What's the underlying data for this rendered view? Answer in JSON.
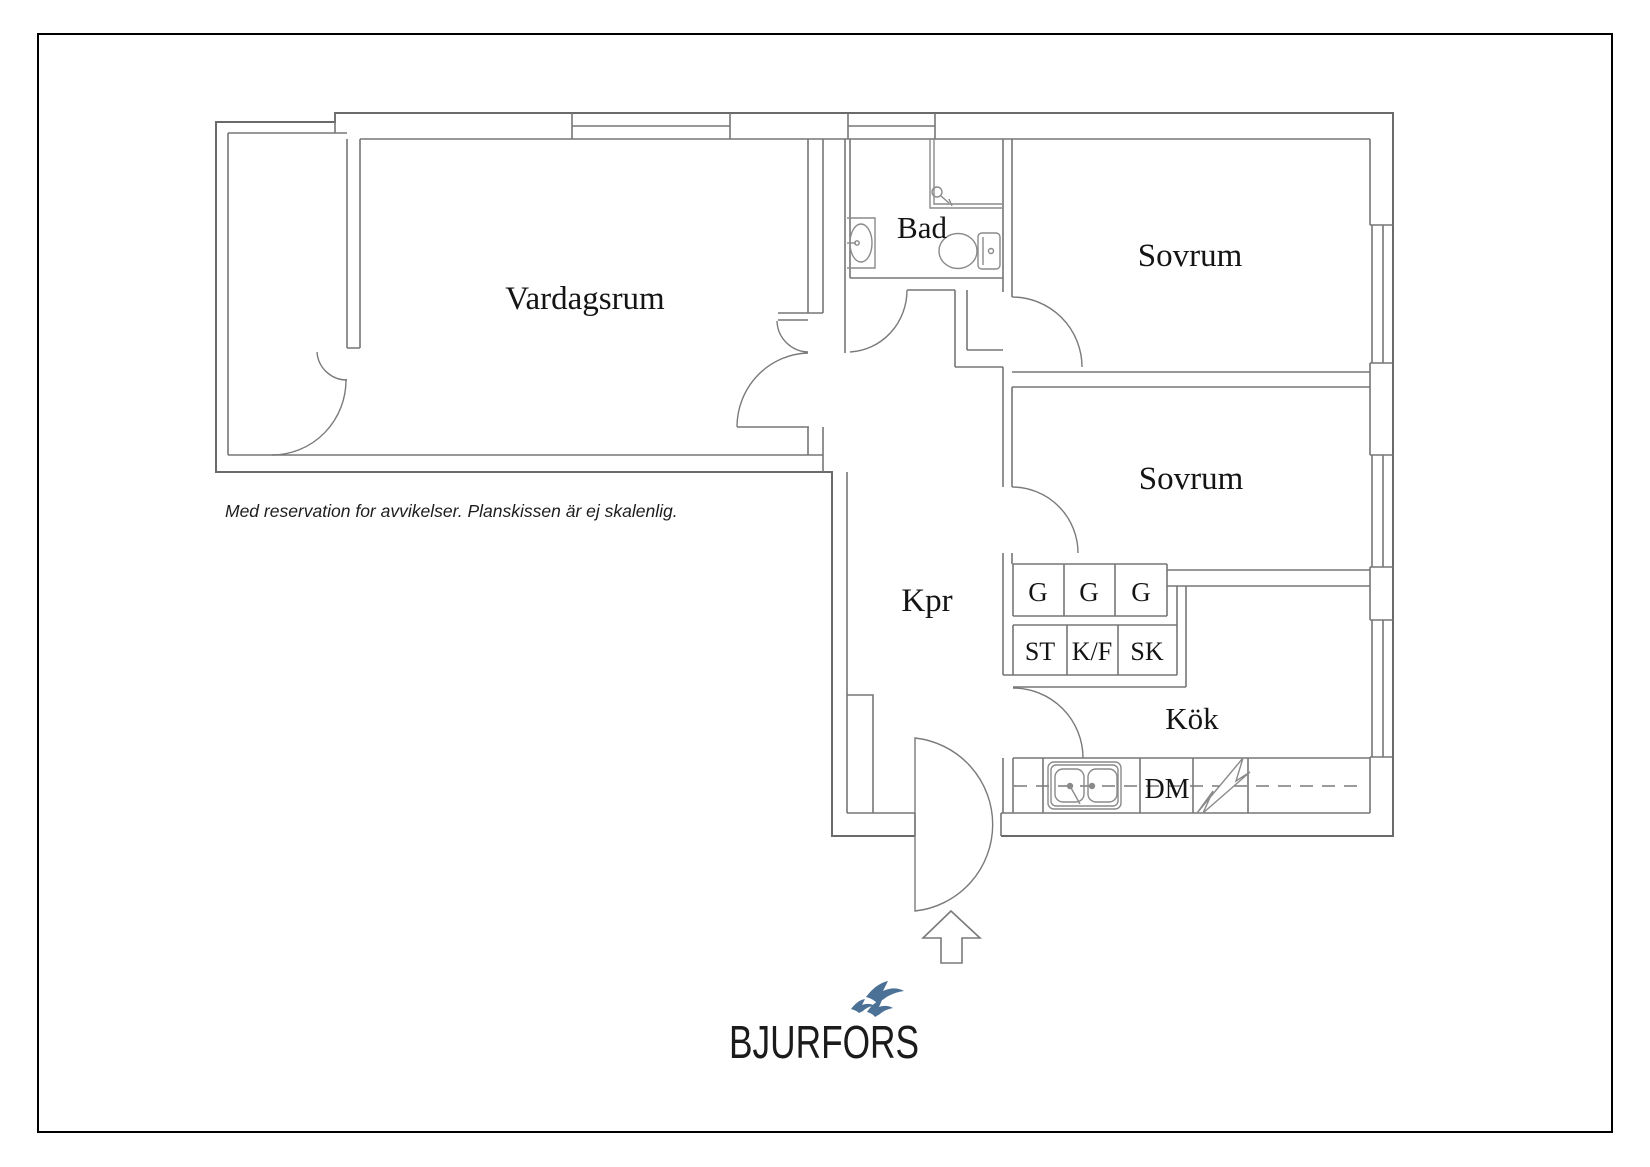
{
  "page": {
    "background": "#ffffff",
    "frame_color": "#000000"
  },
  "disclaimer": "Med reservation for avvikelser. Planskissen är ej skalenlig.",
  "rooms": {
    "living_room": "Vardagsrum",
    "bathroom": "Bad",
    "bedroom_top": "Sovrum",
    "bedroom_mid": "Sovrum",
    "corridor": "Kpr",
    "kitchen": "Kök"
  },
  "closets": {
    "wardrobes": [
      "G",
      "G",
      "G"
    ],
    "units": [
      "ST",
      "K/F",
      "SK"
    ],
    "dishwasher": "DM"
  },
  "icons": {
    "entrance_arrow": "up-arrow",
    "stove": "lightning-bolt",
    "sink": "double-bowl-sink",
    "toilet": "toilet",
    "washbasin": "washbasin",
    "shower": "shower"
  },
  "logo": {
    "brand": "BJURFORS",
    "bird_color": "#4c7196",
    "text_color": "#1b1b1b"
  },
  "colors": {
    "outer_wall_line": "#6a6a6a",
    "wall_line": "#767676",
    "fixture_line": "#8a8a8a",
    "label": "#141414"
  }
}
